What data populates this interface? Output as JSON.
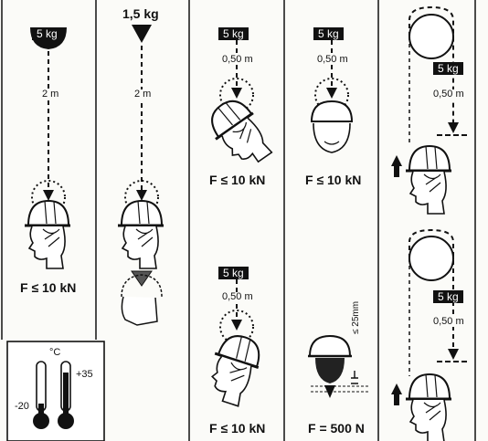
{
  "panels": {
    "p1": {
      "mass": "5 kg",
      "drop": "2 m",
      "force": "F ≤ 10 kN"
    },
    "p2": {
      "mass": "1,5 kg",
      "drop": "2 m"
    },
    "p3": {
      "top": {
        "mass": "5 kg",
        "drop": "0,50 m",
        "force": "F ≤ 10 kN"
      },
      "bottom": {
        "mass": "5 kg",
        "drop": "0,50 m",
        "force": "F ≤ 10 kN"
      }
    },
    "p4": {
      "top": {
        "mass": "5 kg",
        "drop": "0,50 m",
        "force": "F ≤ 10 kN"
      },
      "bottom": {
        "gap": "≤ 25mm",
        "force": "F = 500 N"
      }
    },
    "p5": {
      "top": {
        "mass": "5 kg",
        "drop": "0,50 m"
      },
      "bottom": {
        "mass": "5 kg",
        "drop": "0,50 m"
      }
    }
  },
  "temperature": {
    "unit": "°C",
    "cold": "-20",
    "hot": "+35"
  }
}
